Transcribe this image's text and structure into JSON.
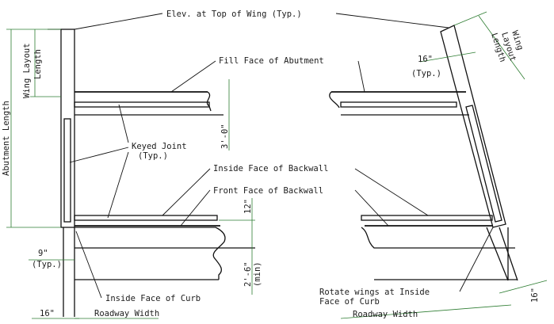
{
  "labels": {
    "elev_top_of_wing": "Elev. at Top of Wing (Typ.)",
    "fill_face": "Fill Face of Abutment",
    "keyed_joint": "Keyed Joint",
    "keyed_joint_typ": "(Typ.)",
    "inside_face_backwall": "Inside Face of Backwall",
    "front_face_backwall": "Front Face of Backwall",
    "inside_face_curb": "Inside Face of Curb",
    "rotate_wings_1": "Rotate wings at Inside",
    "rotate_wings_2": "Face of Curb",
    "abutment_length": "Abutment Length",
    "wing_layout_1": "Wing Layout",
    "wing_layout_2": "Length",
    "wing_right_1": "Wing",
    "wing_right_2": "Layout",
    "wing_right_3": "Length",
    "roadway_width_left": "Roadway Width",
    "roadway_width_right": "Roadway Width"
  },
  "dimensions": {
    "three_ft": "3'-0\"",
    "twelve_in": "12\"",
    "two_six": "2'-6\"",
    "min": "(min)",
    "nine_in": "9\"",
    "nine_typ": "(Typ.)",
    "sixteen_left": "16\"",
    "sixteen_top": "16\"",
    "sixteen_top_typ": "(Typ.)",
    "sixteen_right": "16\""
  },
  "colors": {
    "ink": "#111111",
    "dimension": "#2e7d32"
  }
}
